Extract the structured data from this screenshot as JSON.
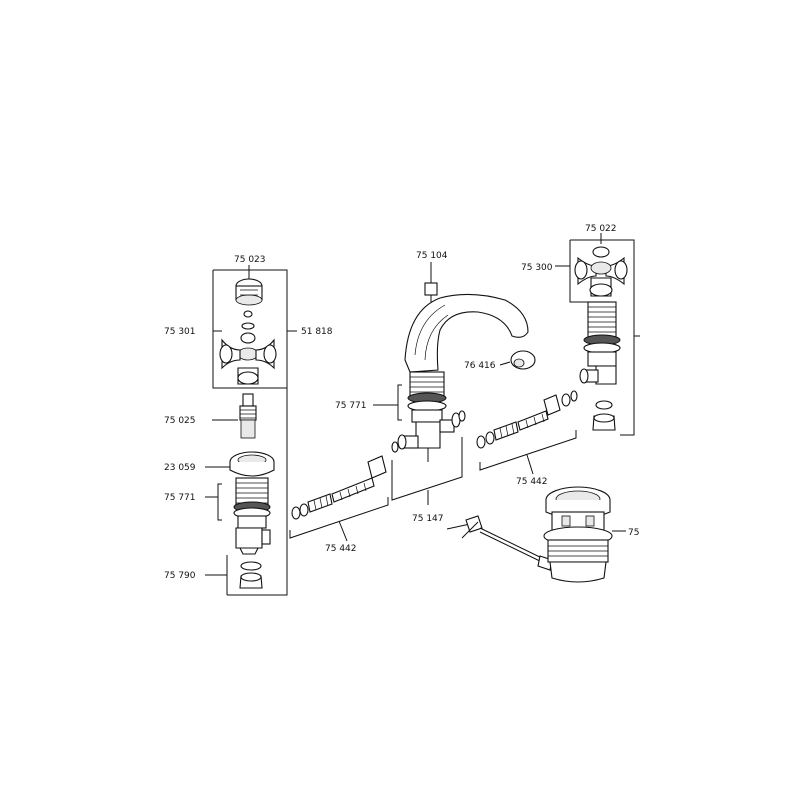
{
  "labels": {
    "handle_cap_left": "75 023",
    "handle_left": "75 301",
    "group_left": "51 818",
    "cartridge_left": "75 025",
    "flange_left": "23 059",
    "seal_kit_left": "75 771",
    "nut_left": "75 790",
    "hose_left": "75 442",
    "aerator_pin": "75 104",
    "cap_spout": "76 416",
    "seal_kit_spout": "75 771",
    "spout_assembly": "75 147",
    "hose_right": "75 442",
    "handle_cap_right": "75 022",
    "handle_right": "75 300",
    "drain": "75"
  }
}
